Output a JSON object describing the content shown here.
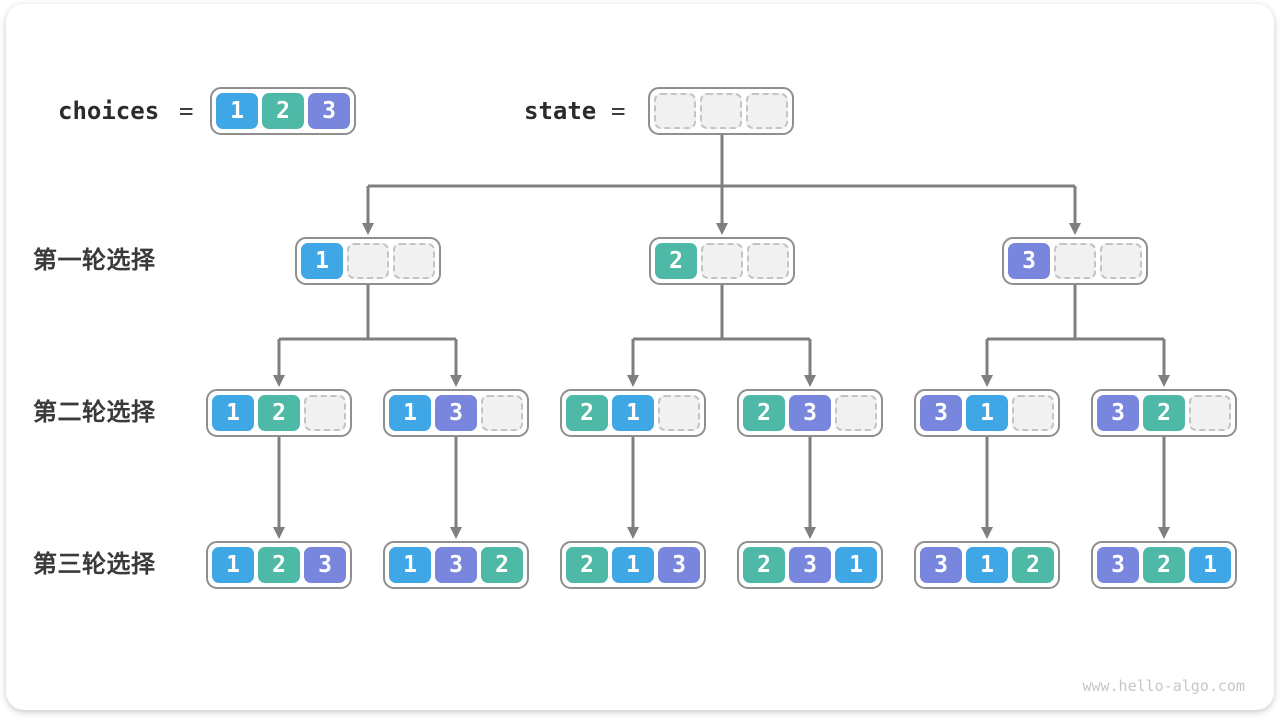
{
  "header": {
    "choices_label": "choices",
    "state_label": "state",
    "equals": "=",
    "choices_cells": [
      "1",
      "2",
      "3"
    ],
    "state_cells": [
      "",
      "",
      ""
    ]
  },
  "rows": [
    {
      "label": "第一轮选择",
      "boxes": [
        [
          "1",
          "",
          ""
        ],
        [
          "2",
          "",
          ""
        ],
        [
          "3",
          "",
          ""
        ]
      ]
    },
    {
      "label": "第二轮选择",
      "boxes": [
        [
          "1",
          "2",
          ""
        ],
        [
          "1",
          "3",
          ""
        ],
        [
          "2",
          "1",
          ""
        ],
        [
          "2",
          "3",
          ""
        ],
        [
          "3",
          "1",
          ""
        ],
        [
          "3",
          "2",
          ""
        ]
      ]
    },
    {
      "label": "第三轮选择",
      "boxes": [
        [
          "1",
          "2",
          "3"
        ],
        [
          "1",
          "3",
          "2"
        ],
        [
          "2",
          "1",
          "3"
        ],
        [
          "2",
          "3",
          "1"
        ],
        [
          "3",
          "1",
          "2"
        ],
        [
          "3",
          "2",
          "1"
        ]
      ]
    }
  ],
  "watermark": "www.hello-algo.com",
  "colors": {
    "cell_1": "#3FA7E6",
    "cell_2": "#4FB9A7",
    "cell_3": "#7886DD",
    "empty_bg": "#f1f1f1",
    "empty_border": "#c4c4c4",
    "box_border": "#8f8f8f",
    "line": "#7f7f7f",
    "label_text": "#3a3a3a",
    "code_text": "#2b2b2b",
    "watermark": "#c7c7c7"
  }
}
